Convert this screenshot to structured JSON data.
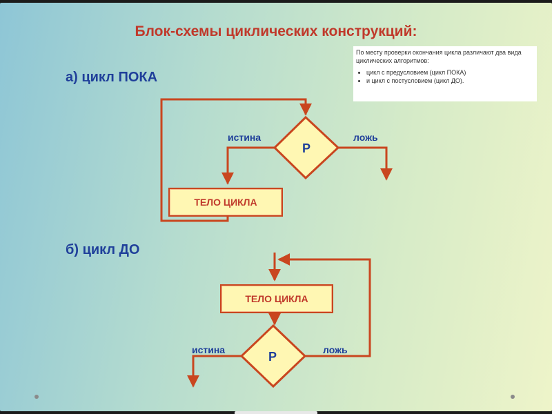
{
  "title": "Блок-схемы циклических конструкций:",
  "section_a": {
    "label": "а) цикл ПОКА",
    "body_label": "ТЕЛО ЦИКЛА",
    "condition": "P",
    "true_label": "истина",
    "false_label": "ложь"
  },
  "section_b": {
    "label": "б) цикл ДО",
    "body_label": "ТЕЛО ЦИКЛА",
    "condition": "P",
    "true_label": "истина",
    "false_label": "ложь"
  },
  "note": {
    "intro": "По месту проверки окончания цикла различают два вида циклических алгоритмов:",
    "items": [
      "цикл с предусловием (цикл ПОКА)",
      "и цикл с постусловием (цикл ДО)."
    ]
  },
  "colors": {
    "title": "#c0392b",
    "labels": "#1f3f9a",
    "lines": "#c9461f",
    "box_fill": "#fff7b3"
  }
}
